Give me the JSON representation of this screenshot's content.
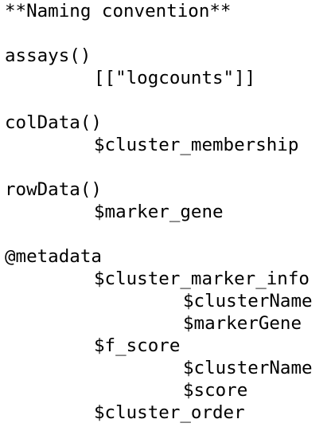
{
  "document": {
    "heading": "**Naming convention**",
    "assays": {
      "label": "assays()",
      "child": "[[\"logcounts\"]]"
    },
    "coldata": {
      "label": "colData()",
      "child": "$cluster_membership"
    },
    "rowdata": {
      "label": "rowData()",
      "child": "$marker_gene"
    },
    "metadata": {
      "label": "@metadata",
      "cluster_marker_info": {
        "label": "$cluster_marker_info",
        "fields": [
          "$clusterName",
          "$markerGene"
        ]
      },
      "f_score": {
        "label": "$f_score",
        "fields": [
          "$clusterName",
          "$score"
        ]
      },
      "cluster_order": {
        "label": "$cluster_order"
      }
    }
  }
}
